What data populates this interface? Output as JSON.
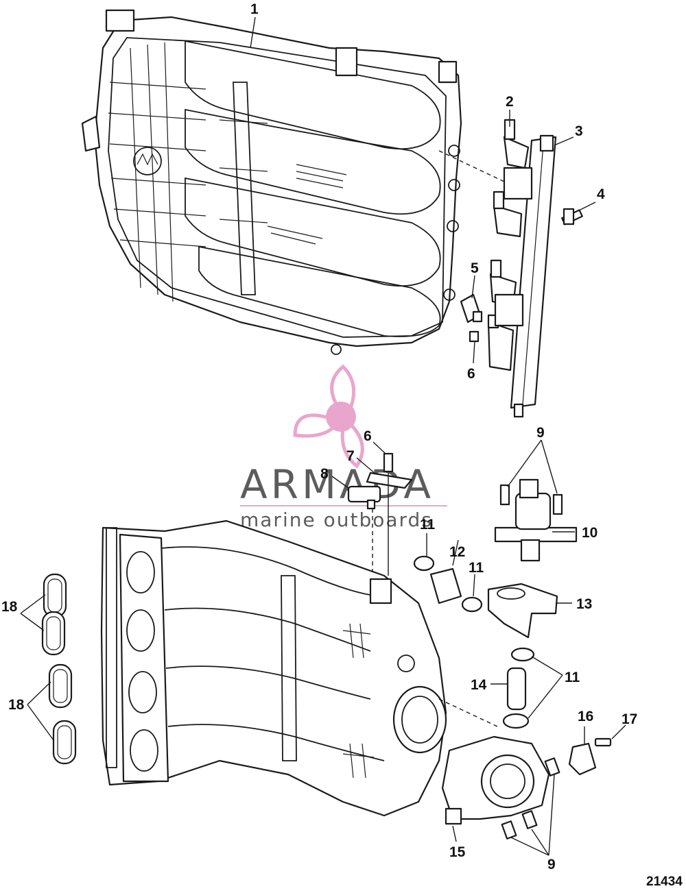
{
  "drawing_number": "21434",
  "watermark": {
    "title": "ARMADA",
    "subtitle": "marine outboards",
    "accent_color": "#e9a6cd",
    "text_color": "#5c5c5c"
  },
  "callouts": [
    {
      "id": "c1",
      "label": "1"
    },
    {
      "id": "c2",
      "label": "2"
    },
    {
      "id": "c3",
      "label": "3"
    },
    {
      "id": "c4",
      "label": "4"
    },
    {
      "id": "c5",
      "label": "5"
    },
    {
      "id": "c6a",
      "label": "6"
    },
    {
      "id": "c6b",
      "label": "6"
    },
    {
      "id": "c7",
      "label": "7"
    },
    {
      "id": "c8",
      "label": "8"
    },
    {
      "id": "c9a",
      "label": "9"
    },
    {
      "id": "c10",
      "label": "10"
    },
    {
      "id": "c11a",
      "label": "11"
    },
    {
      "id": "c11b",
      "label": "11"
    },
    {
      "id": "c12",
      "label": "12"
    },
    {
      "id": "c13",
      "label": "13"
    },
    {
      "id": "c11c",
      "label": "11"
    },
    {
      "id": "c14",
      "label": "14"
    },
    {
      "id": "c16",
      "label": "16"
    },
    {
      "id": "c17",
      "label": "17"
    },
    {
      "id": "c18a",
      "label": "18"
    },
    {
      "id": "c18b",
      "label": "18"
    },
    {
      "id": "c15",
      "label": "15"
    },
    {
      "id": "c9b",
      "label": "9"
    }
  ]
}
